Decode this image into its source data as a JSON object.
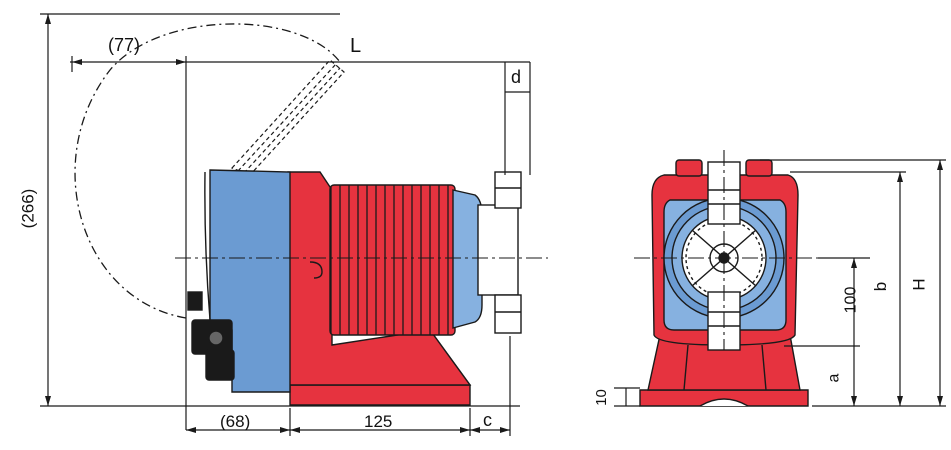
{
  "labels": {
    "dim_77": "(77)",
    "dim_L": "L",
    "dim_d": "d",
    "dim_266": "(266)",
    "dim_68": "(68)",
    "dim_125": "125",
    "dim_c": "c",
    "dim_10": "10",
    "dim_a": "a",
    "dim_100": "100",
    "dim_b": "b",
    "dim_H": "H"
  },
  "colors": {
    "housing_red": "#e6333f",
    "motor_blue": "#6b9bd2",
    "head_blue": "#86b1e0",
    "outline": "#1a1a1a",
    "fitting_white": "#ffffff"
  }
}
